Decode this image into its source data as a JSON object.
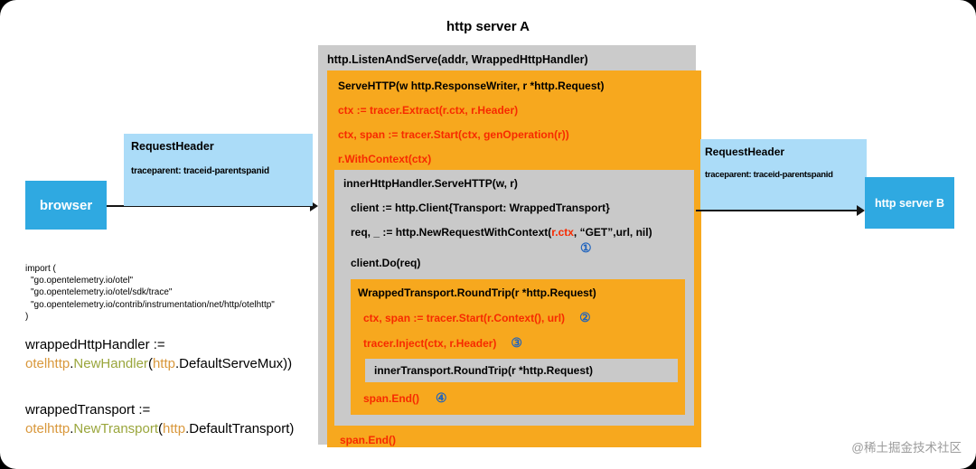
{
  "title": "http server A",
  "watermark": "@稀土掘金技术社区",
  "colors": {
    "orange_box": "#F7A81E",
    "gray_box": "#C9C9C9",
    "blue_box": "#2FA9E1",
    "light_blue_box": "#ABDCF8",
    "red_code": "#F72A00",
    "marker_blue": "#2064BE",
    "pkg_orange": "#D9983C",
    "fn_green": "#9AA63C"
  },
  "markers": {
    "m1": "①",
    "m2": "②",
    "m3": "③",
    "m4": "④"
  },
  "browser": {
    "label": "browser"
  },
  "server_b": {
    "label": "http server B"
  },
  "request_header_inbound": {
    "title": "RequestHeader",
    "value": "traceparent: traceid-parentspanid"
  },
  "request_header_outbound": {
    "title": "RequestHeader",
    "value": "traceparent: traceid-parentspanid"
  },
  "server_a": {
    "listen_label": "http.ListenAndServe(addr, WrappedHttpHandler)",
    "serve_http": {
      "signature": "ServeHTTP(w http.ResponseWriter, r *http.Request)",
      "lines": [
        "ctx := tracer.Extract(r.ctx, r.Header)",
        "ctx, span := tracer.Start(ctx, genOperation(r))",
        "r.WithContext(ctx)"
      ],
      "span_end": "span.End()"
    },
    "inner_handler": {
      "signature": "innerHttpHandler.ServeHTTP(w, r)",
      "client_line": "client := http.Client{Transport: WrappedTransport}",
      "req_prefix": "req, _ := http.NewRequestWithContext(",
      "req_red": "r.ctx",
      "req_suffix": ", “GET”,url, nil)",
      "do_line": "client.Do(req)"
    },
    "wrapped_transport": {
      "signature": "WrappedTransport.RoundTrip(r *http.Request)",
      "start_line": "ctx, span := tracer.Start(r.Context(), url)",
      "inject_line": "tracer.Inject(ctx, r.Header)",
      "inner_line": "innerTransport.RoundTrip(r *http.Request)",
      "span_end": "span.End()"
    }
  },
  "imports": {
    "open": "import (",
    "lines": [
      "\"go.opentelemetry.io/otel\"",
      "\"go.opentelemetry.io/otel/sdk/trace\"",
      "\"go.opentelemetry.io/contrib/instrumentation/net/http/otelhttp\""
    ],
    "close": ")"
  },
  "handler_code": {
    "decl": "wrappedHttpHandler :=",
    "pkg1": "otelhttp",
    "sep1": ".",
    "fn": "NewHandler",
    "sep2": "(",
    "pkg2": "http",
    "tail": ".DefaultServeMux))"
  },
  "transport_code": {
    "decl": "wrappedTransport :=",
    "pkg1": "otelhttp",
    "sep1": ".",
    "fn": "NewTransport",
    "sep2": "(",
    "pkg2": "http",
    "tail": ".DefaultTransport)"
  }
}
